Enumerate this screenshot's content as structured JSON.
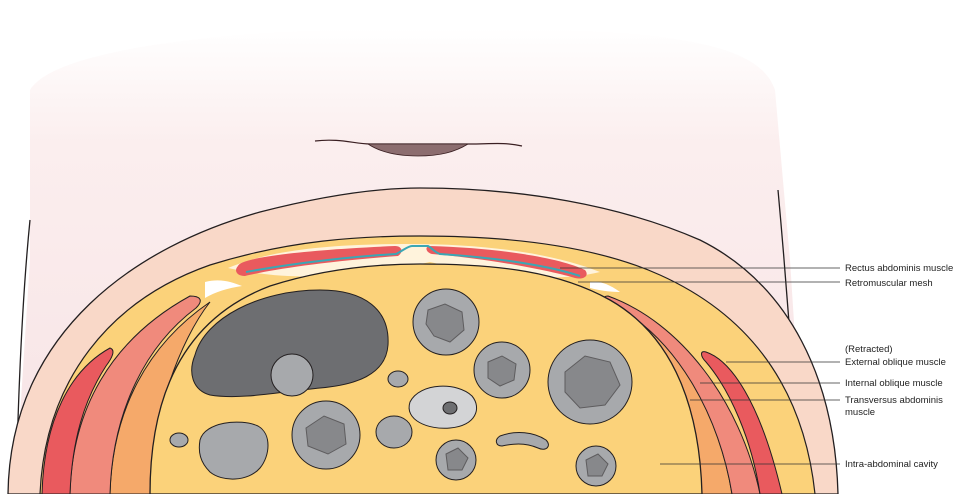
{
  "labels": {
    "rectus": "Rectus abdominis muscle",
    "mesh": "Retromuscular mesh",
    "retracted": "(Retracted)",
    "external": "External oblique muscle",
    "internal": "Internal oblique muscle",
    "transversus_1": "Transversus abdominis",
    "transversus_2": "muscle",
    "cavity": "Intra-abdominal cavity"
  },
  "colors": {
    "skin_top": "#f7e8ea",
    "subcutaneous": "#f9d8c8",
    "fat": "#fbd27a",
    "muscle_red": "#e95a5e",
    "muscle_salmon": "#f08a7c",
    "muscle_orange": "#f5a96a",
    "mesh": "#3aa7b5",
    "viscera_gray": "#a7a9ac",
    "viscera_light": "#d3d4d6",
    "liver_dark": "#6d6e71",
    "wound": "#8c6d6f",
    "outline": "#231f20"
  }
}
